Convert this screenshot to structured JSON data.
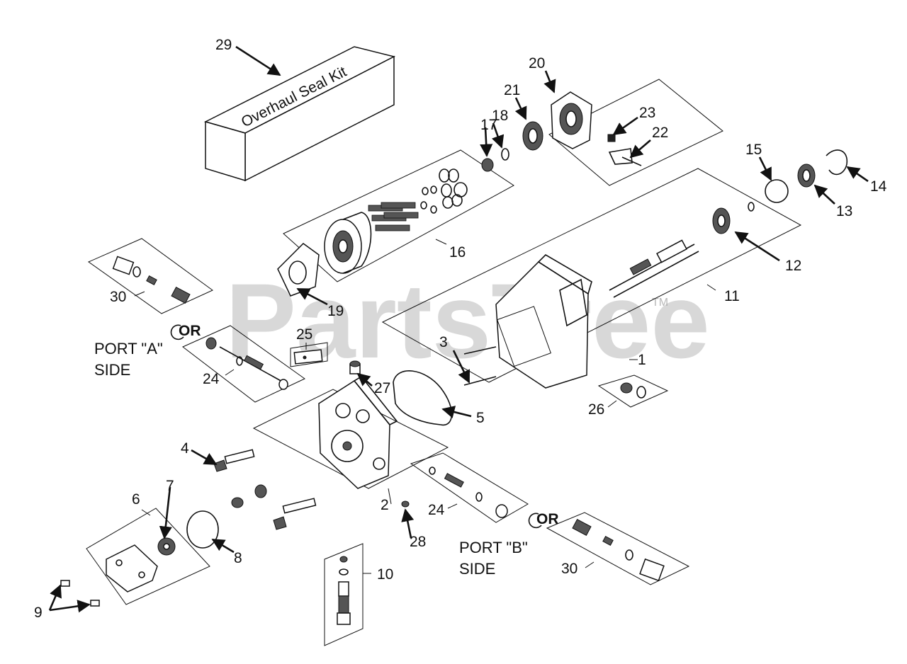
{
  "watermark": {
    "text": "PartsTree",
    "trademark": "TM"
  },
  "kit_box": {
    "label": "Overhaul Seal Kit"
  },
  "port_labels": {
    "port_a_line1": "PORT \"A\"",
    "port_a_line2": "SIDE",
    "port_b_line1": "PORT \"B\"",
    "port_b_line2": "SIDE",
    "or_symbol": "OR"
  },
  "callouts": [
    "1",
    "2",
    "3",
    "4",
    "5",
    "6",
    "7",
    "8",
    "9",
    "10",
    "11",
    "12",
    "13",
    "14",
    "15",
    "16",
    "17",
    "18",
    "19",
    "20",
    "21",
    "22",
    "23",
    "24",
    "24",
    "25",
    "26",
    "27",
    "28",
    "29",
    "30",
    "30"
  ]
}
